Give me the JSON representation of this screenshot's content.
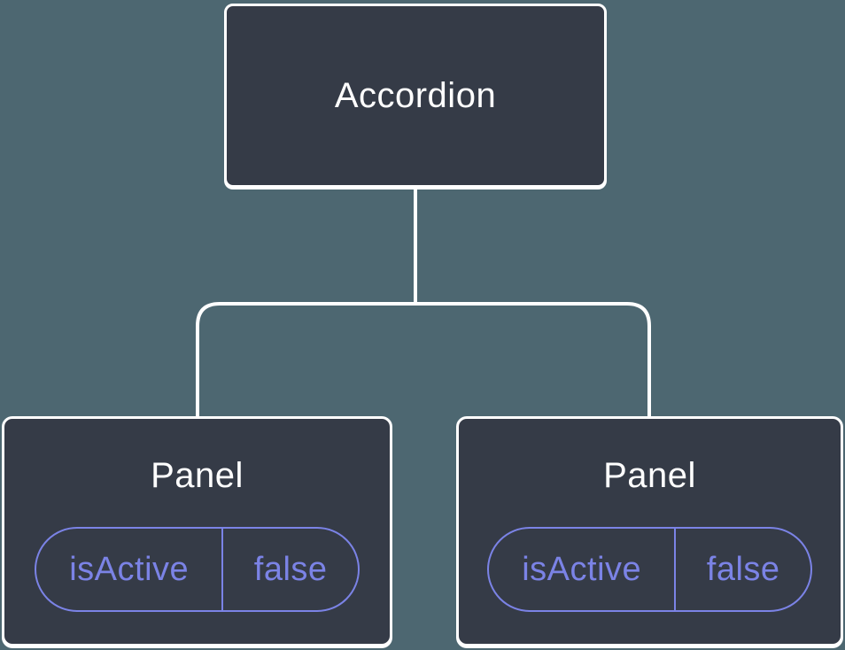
{
  "tree": {
    "root": {
      "label": "Accordion"
    },
    "panels": [
      {
        "title": "Panel",
        "state_key": "isActive",
        "state_value": "false"
      },
      {
        "title": "Panel",
        "state_key": "isActive",
        "state_value": "false"
      }
    ]
  },
  "colors": {
    "background": "#4d6771",
    "node_fill": "#353b47",
    "node_border": "#ffffff",
    "connector": "#ffffff",
    "node_text": "#ffffff",
    "state_accent": "#7b83e6"
  }
}
